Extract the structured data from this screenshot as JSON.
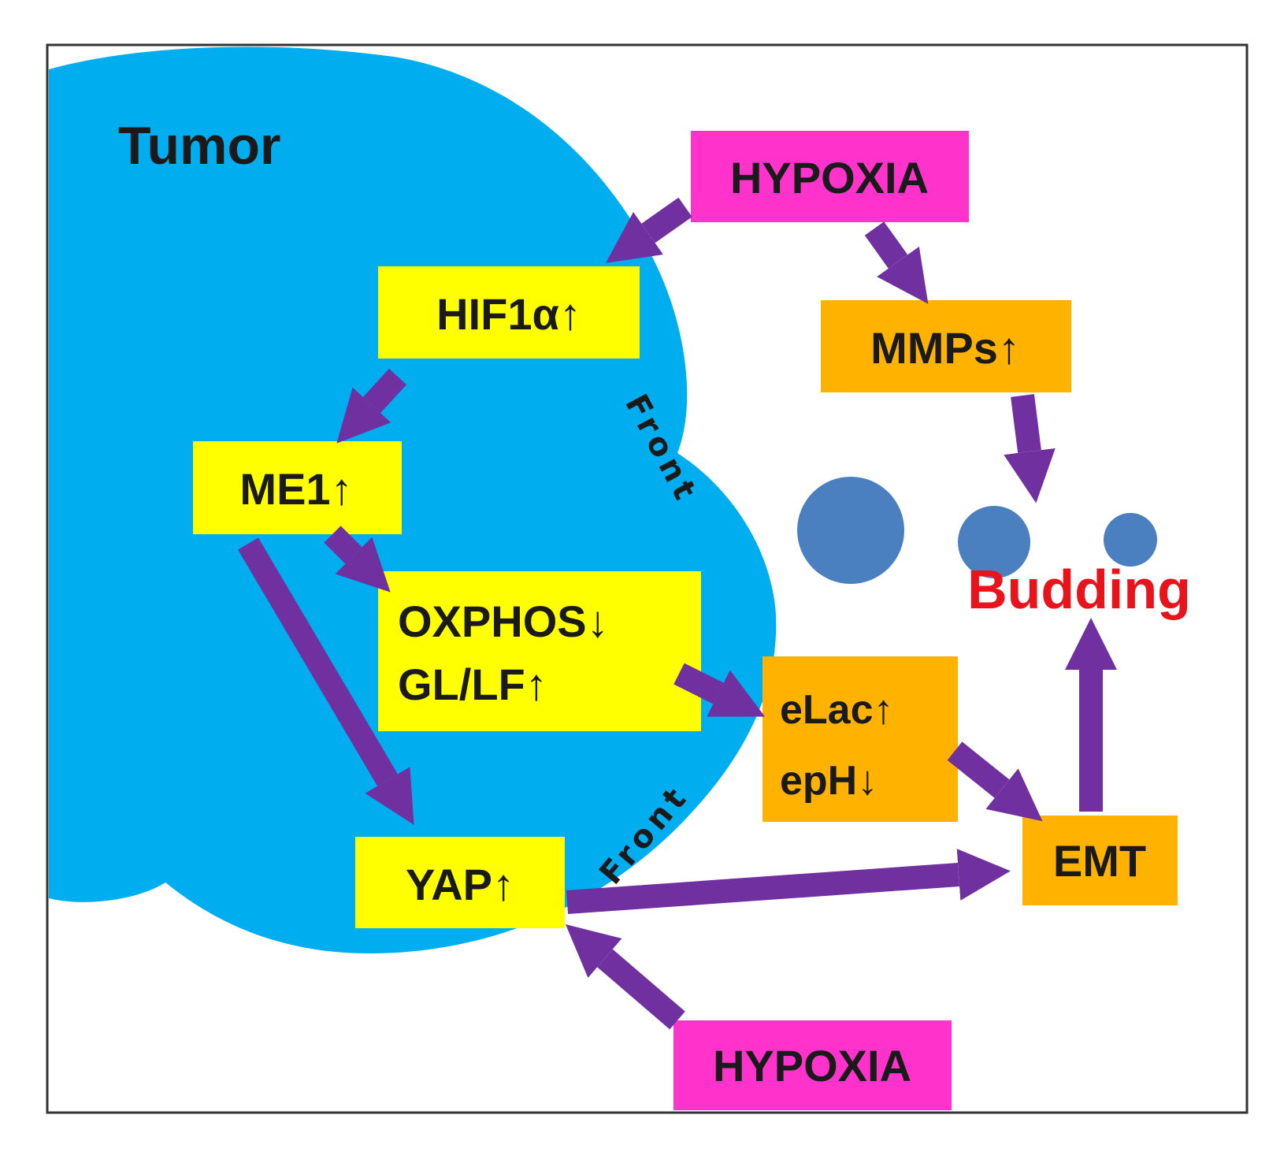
{
  "colors": {
    "tumor": "#00adef",
    "arrow": "#7030a0",
    "hypoxia_box": "#ff33cc",
    "intra_box": "#ffff00",
    "extra_box": "#ffb300",
    "bud_cell": "#4a7fc0",
    "budding_text": "#e8131b",
    "frame": "#333333"
  },
  "labels": {
    "tumor": "Tumor",
    "front_upper": "Front",
    "front_lower": "Front",
    "budding": "Budding"
  },
  "nodes": {
    "hypoxia_top": "HYPOXIA",
    "hif1a": "HIF1α↑",
    "me1": "ME1↑",
    "oxphos": "OXPHOS↓",
    "gllf": "GL/LF↑",
    "yap": "YAP↑",
    "mmps": "MMPs↑",
    "elac": "eLac↑",
    "eph": "epH↓",
    "emt": "EMT",
    "hypoxia_bottom": "HYPOXIA"
  }
}
